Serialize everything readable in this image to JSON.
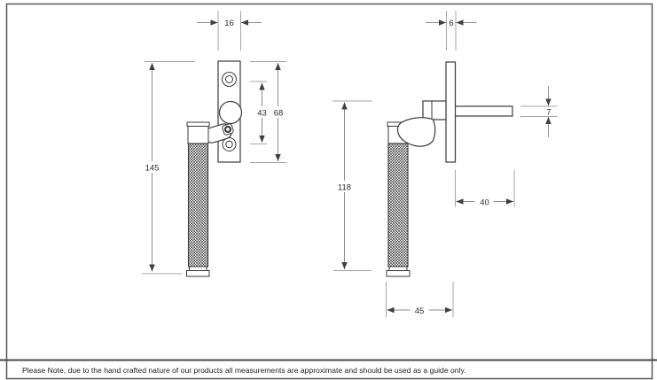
{
  "sheet": {
    "note": "Please Note, due to the hand crafted nature of our products all measurements are approximate and should be used as a guide only."
  },
  "front_view": {
    "dims": {
      "plate_width": "16",
      "fixing_centres": "43",
      "plate_height": "68",
      "overall_height": "145"
    }
  },
  "side_view": {
    "dims": {
      "plate_thickness": "6",
      "spindle_height": "7",
      "handle_drop": "118",
      "spindle_length": "40",
      "projection": "45"
    }
  },
  "colors": {
    "background": "#ffffff",
    "part_line": "#3b3b3d",
    "dimension_line": "#8f8f90",
    "extension_line": "#a6a6a8",
    "text": "#2e2e30",
    "border": "#56575a"
  }
}
